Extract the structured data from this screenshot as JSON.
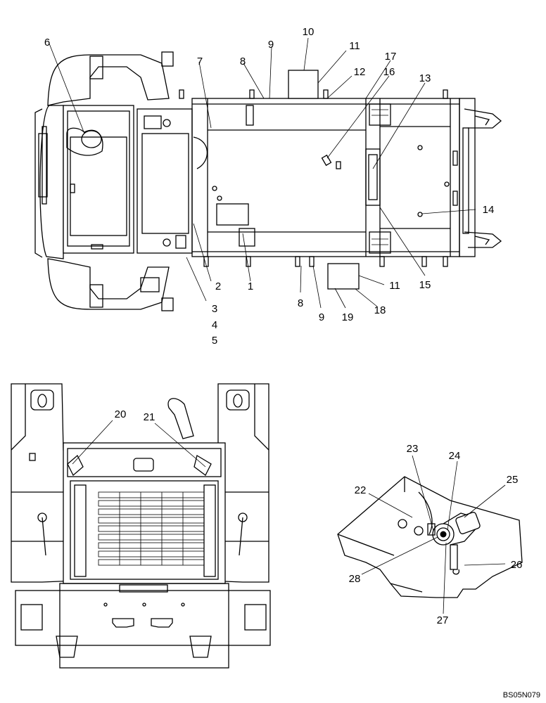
{
  "reference_code": "BS05N079",
  "views": {
    "top_view": {
      "callouts": [
        {
          "id": "c1",
          "label": "1"
        },
        {
          "id": "c2",
          "label": "2"
        },
        {
          "id": "c3",
          "label": "3"
        },
        {
          "id": "c4",
          "label": "4"
        },
        {
          "id": "c5",
          "label": "5"
        },
        {
          "id": "c6",
          "label": "6"
        },
        {
          "id": "c7",
          "label": "7"
        },
        {
          "id": "c8a",
          "label": "8"
        },
        {
          "id": "c8b",
          "label": "8"
        },
        {
          "id": "c9a",
          "label": "9"
        },
        {
          "id": "c9b",
          "label": "9"
        },
        {
          "id": "c10",
          "label": "10"
        },
        {
          "id": "c11a",
          "label": "11"
        },
        {
          "id": "c11b",
          "label": "11"
        },
        {
          "id": "c12",
          "label": "12"
        },
        {
          "id": "c13",
          "label": "13"
        },
        {
          "id": "c14",
          "label": "14"
        },
        {
          "id": "c15",
          "label": "15"
        },
        {
          "id": "c16",
          "label": "16"
        },
        {
          "id": "c17",
          "label": "17"
        },
        {
          "id": "c18",
          "label": "18"
        },
        {
          "id": "c19",
          "label": "19"
        }
      ]
    },
    "rear_view": {
      "callouts": [
        {
          "id": "c20",
          "label": "20"
        },
        {
          "id": "c21",
          "label": "21"
        }
      ]
    },
    "detail_view": {
      "callouts": [
        {
          "id": "c22",
          "label": "22"
        },
        {
          "id": "c23",
          "label": "23"
        },
        {
          "id": "c24",
          "label": "24"
        },
        {
          "id": "c25",
          "label": "25"
        },
        {
          "id": "c26",
          "label": "26"
        },
        {
          "id": "c27",
          "label": "27"
        },
        {
          "id": "c28",
          "label": "28"
        }
      ]
    }
  }
}
